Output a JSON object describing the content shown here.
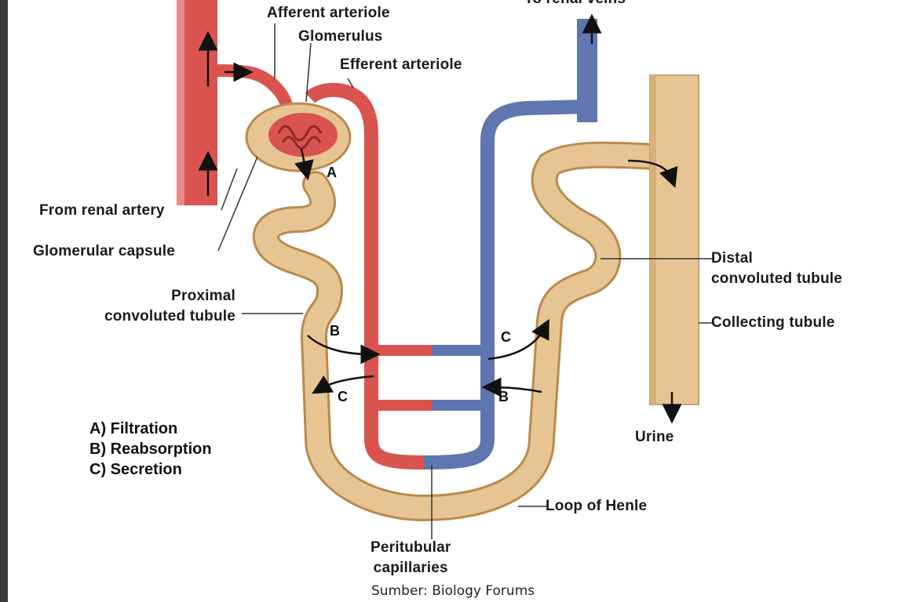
{
  "labels": {
    "to_renal_veins": "To renal veins",
    "afferent_arteriole": "Afferent arteriole",
    "glomerulus": "Glomerulus",
    "efferent_arteriole": "Efferent arteriole",
    "from_renal_artery": "From renal artery",
    "glomerular_capsule": "Glomerular capsule",
    "proximal_line1": "Proximal",
    "proximal_line2": "convoluted tubule",
    "distal_line1": "Distal",
    "distal_line2": "convoluted tubule",
    "collecting_tubule": "Collecting tubule",
    "urine": "Urine",
    "loop_of_henle": "Loop of Henle",
    "peritubular_line1": "Peritubular",
    "peritubular_line2": "capillaries"
  },
  "process_letters": {
    "a": "A",
    "b_left": "B",
    "c_right": "C",
    "c_left": "C",
    "b_right": "B"
  },
  "legend": [
    "A) Filtration",
    "B) Reabsorption",
    "C) Secretion"
  ],
  "source": "Sumber: Biology Forums",
  "colors": {
    "artery": "#d9534f",
    "vein": "#5f76b0",
    "tubule": "#e7c593",
    "tubule_edge": "#b98a4e"
  }
}
